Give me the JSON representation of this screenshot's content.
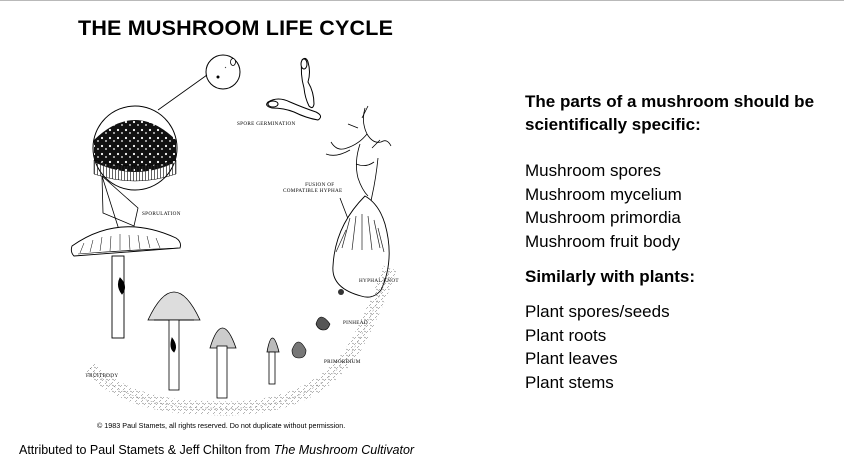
{
  "diagram": {
    "title": "THE MUSHROOM LIFE CYCLE",
    "labels": {
      "spore_germination": "SPORE GERMINATION",
      "fusion_line1": "FUSION OF",
      "fusion_line2": "COMPATIBLE HYPHAE",
      "sporulation": "SPORULATION",
      "hyphal_knot": "HYPHAL KNOT",
      "pinhead": "PINHEAD",
      "primordium": "PRIMORDIUM",
      "fruitbody": "FRUITBODY"
    },
    "copyright": "© 1983 Paul Stamets, all rights reserved. Do not duplicate without permission."
  },
  "attribution": {
    "prefix": "Attributed to Paul Stamets & Jeff Chilton from ",
    "book": "The Mushroom Cultivator"
  },
  "panel": {
    "heading1": "The parts of a mushroom should be scientifically specific:",
    "mushroom_parts": [
      "Mushroom spores",
      "Mushroom mycelium",
      "Mushroom primordia",
      "Mushroom fruit body"
    ],
    "heading2": "Similarly with plants:",
    "plant_parts": [
      "Plant spores/seeds",
      "Plant roots",
      "Plant leaves",
      "Plant stems"
    ]
  }
}
